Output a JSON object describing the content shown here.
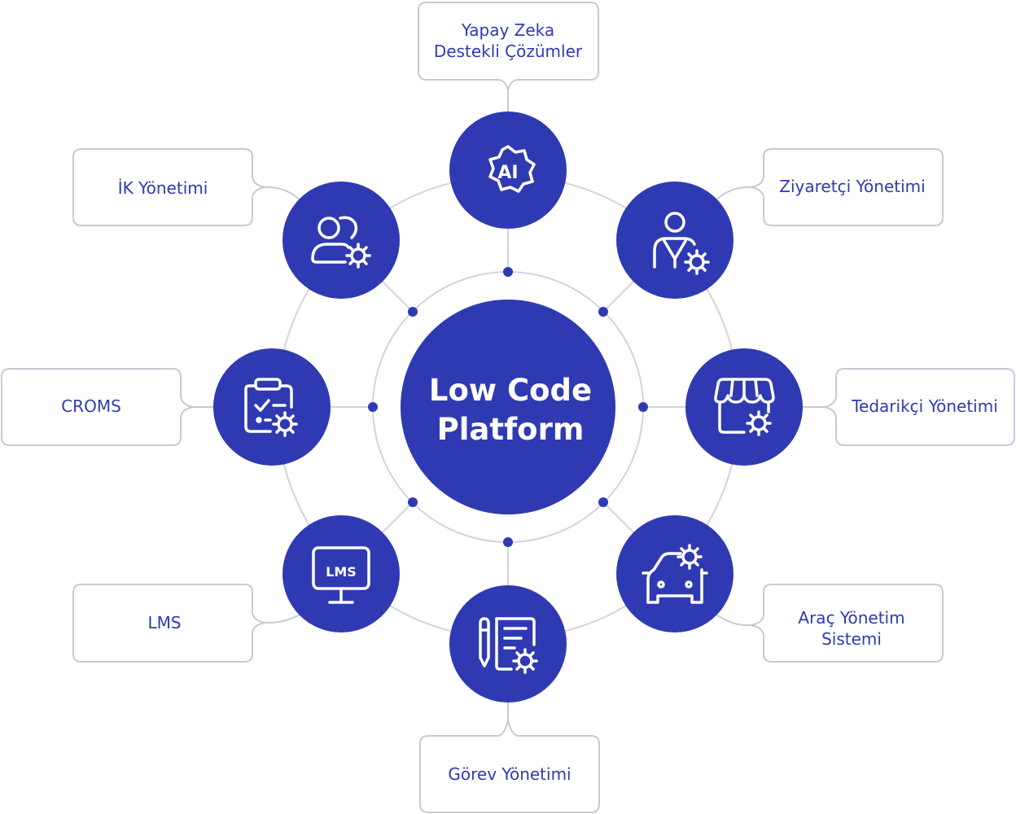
{
  "center": {
    "line1": "Low Code",
    "line2": "Platform"
  },
  "colors": {
    "primary": "#2f3ab2",
    "ring": "#d3d3e0",
    "box_border": "#c9c9d6",
    "icon_stroke": "#ffffff"
  },
  "modules": [
    {
      "id": "ai",
      "icon": "ai-gear-icon",
      "label_lines": [
        "Yapay Zeka",
        "Destekli Çözümler"
      ]
    },
    {
      "id": "visitor",
      "icon": "visitor-gear-icon",
      "label_lines": [
        "Ziyaretçi Yönetimi"
      ]
    },
    {
      "id": "supplier",
      "icon": "store-gear-icon",
      "label_lines": [
        "Tedarikçi Yönetimi"
      ]
    },
    {
      "id": "vehicle",
      "icon": "car-gear-icon",
      "label_lines": [
        "Araç Yönetim",
        "Sistemi"
      ]
    },
    {
      "id": "task",
      "icon": "task-gear-icon",
      "label_lines": [
        "Görev Yönetimi"
      ]
    },
    {
      "id": "lms",
      "icon": "lms-monitor-icon",
      "icon_text": "LMS",
      "label_lines": [
        "LMS"
      ]
    },
    {
      "id": "croms",
      "icon": "clipboard-gear-icon",
      "label_lines": [
        "CROMS"
      ]
    },
    {
      "id": "hr",
      "icon": "users-gear-icon",
      "label_lines": [
        "İK Yönetimi"
      ]
    }
  ]
}
